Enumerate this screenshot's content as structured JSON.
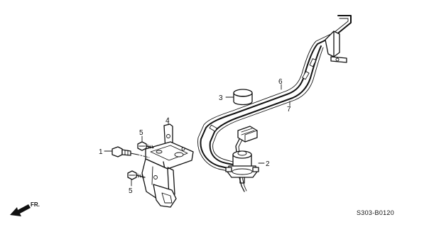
{
  "diagram": {
    "callouts": {
      "c1": "1",
      "c2": "2",
      "c3": "3",
      "c4": "4",
      "c5a": "5",
      "c5b": "5",
      "c6": "6",
      "c7": "7"
    },
    "direction_label": "FR.",
    "part_code": "S303-B0120"
  }
}
